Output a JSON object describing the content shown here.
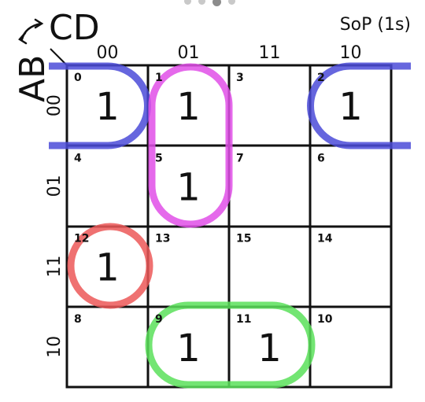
{
  "header": {
    "mode_label": "SoP (1s)"
  },
  "axes": {
    "row_var": "AB",
    "col_var": "CD",
    "col_labels": [
      "00",
      "01",
      "11",
      "10"
    ],
    "row_labels": [
      "00",
      "01",
      "11",
      "10"
    ]
  },
  "grid": {
    "cells": [
      [
        {
          "index": "0",
          "value": "1"
        },
        {
          "index": "1",
          "value": "1"
        },
        {
          "index": "3",
          "value": ""
        },
        {
          "index": "2",
          "value": "1"
        }
      ],
      [
        {
          "index": "4",
          "value": ""
        },
        {
          "index": "5",
          "value": "1"
        },
        {
          "index": "7",
          "value": ""
        },
        {
          "index": "6",
          "value": ""
        }
      ],
      [
        {
          "index": "12",
          "value": "1"
        },
        {
          "index": "13",
          "value": ""
        },
        {
          "index": "15",
          "value": ""
        },
        {
          "index": "14",
          "value": ""
        }
      ],
      [
        {
          "index": "8",
          "value": ""
        },
        {
          "index": "9",
          "value": "1"
        },
        {
          "index": "11",
          "value": "1"
        },
        {
          "index": "10",
          "value": ""
        }
      ]
    ]
  },
  "groups": [
    {
      "name": "wrap-corner-group",
      "color": "#4b4bd8",
      "cells": [
        [
          0,
          0
        ],
        [
          0,
          3
        ]
      ]
    },
    {
      "name": "vertical-group",
      "color": "#e04fe8",
      "cells": [
        [
          0,
          1
        ],
        [
          1,
          1
        ]
      ]
    },
    {
      "name": "single-group",
      "color": "#ec5858",
      "cells": [
        [
          2,
          0
        ]
      ]
    },
    {
      "name": "horizontal-group",
      "color": "#5be05b",
      "cells": [
        [
          3,
          1
        ],
        [
          3,
          2
        ]
      ]
    }
  ]
}
